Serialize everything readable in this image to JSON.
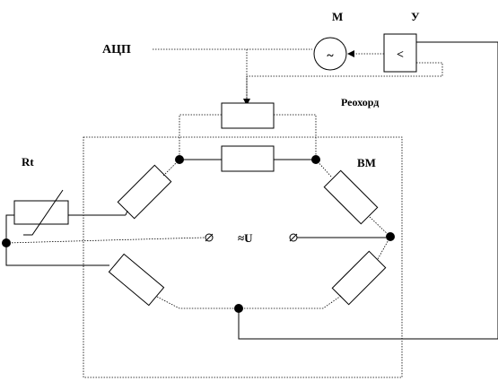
{
  "labels": {
    "adc": "АЦП",
    "motor": "М",
    "amplifier": "У",
    "rheochord": "Реохорд",
    "rt": "Rt",
    "bm": "ВМ",
    "du": "≈U"
  },
  "symbols": {
    "motor_symbol": "~",
    "amplifier_symbol": "<"
  }
}
